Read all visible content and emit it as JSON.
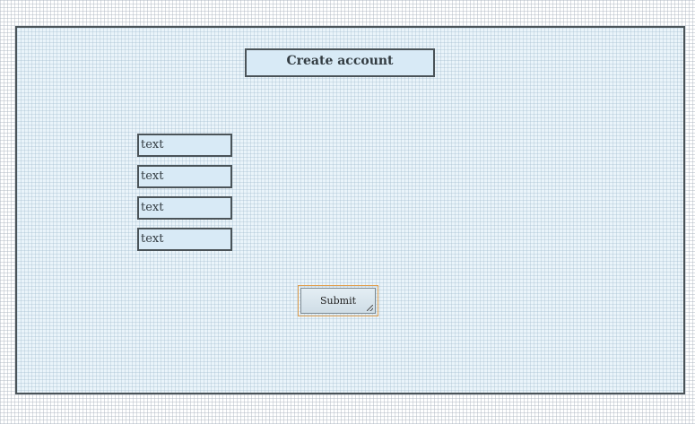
{
  "form": {
    "title": "Create account",
    "fields": [
      {
        "value": "text"
      },
      {
        "value": "text"
      },
      {
        "value": "text"
      },
      {
        "value": "text"
      }
    ],
    "submit_label": "Submit"
  },
  "icons": {
    "submit_corner": "resize-grip-icon"
  },
  "colors": {
    "canvas_bg": "#eaf4fa",
    "field_bg": "#d8eaf6",
    "border": "#4a5358",
    "focus_outline": "#e0a050"
  }
}
